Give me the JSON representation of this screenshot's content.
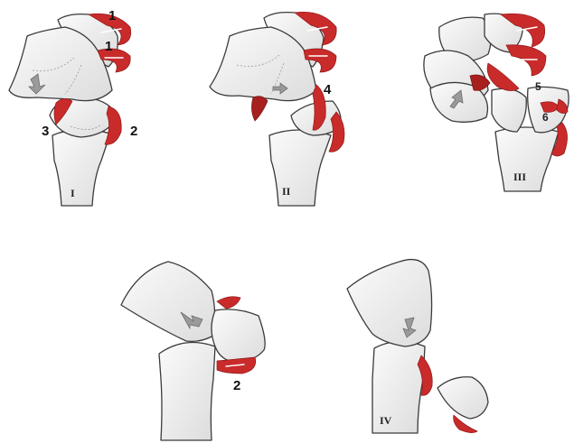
{
  "labels": {
    "l1a": "1",
    "l1b": "1",
    "l2a": "2",
    "l3": "3",
    "l4": "4",
    "l5": "5",
    "l6": "6",
    "l2b": "2"
  },
  "stages": {
    "s1": "I",
    "s2": "II",
    "s3": "III",
    "s4": "IV"
  },
  "colors": {
    "ligament": "#c92b2b",
    "bone_fill": "#efefef",
    "outline": "#3b3b3b",
    "arrow": "#9a9a9a"
  }
}
